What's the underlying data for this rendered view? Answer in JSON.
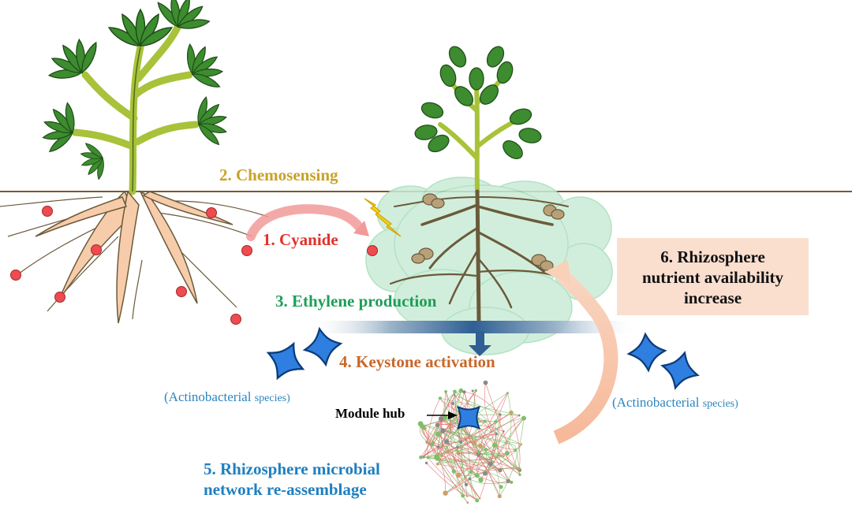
{
  "labels": {
    "chemosensing": "2. Chemosensing",
    "cyanide": "1. Cyanide",
    "ethylene": "3. Ethylene production",
    "keystone": "4. Keystone activation",
    "network_line1": "5. Rhizosphere microbial",
    "network_line2": "network re-assemblage",
    "module_hub": "Module hub",
    "actinobacterial_main": "(Actinobacterial ",
    "actinobacterial_small": "species)",
    "nutrient_line1": "6. Rhizosphere",
    "nutrient_line2": "nutrient availability",
    "nutrient_line3": "increase"
  },
  "colors": {
    "leaf": "#3d8c2f",
    "stem": "#a8c23a",
    "root": "#f7ccab",
    "root_dark": "#6b5a3a",
    "soil_line": "#7a5a2e",
    "cyanide_dot": "#ef4b50",
    "cloud": "#c9ecd6",
    "actinobacteria": "#2f7fe0",
    "network_red": "#e06666",
    "network_green": "#6dbb5e",
    "lightning": "#f5d020"
  }
}
